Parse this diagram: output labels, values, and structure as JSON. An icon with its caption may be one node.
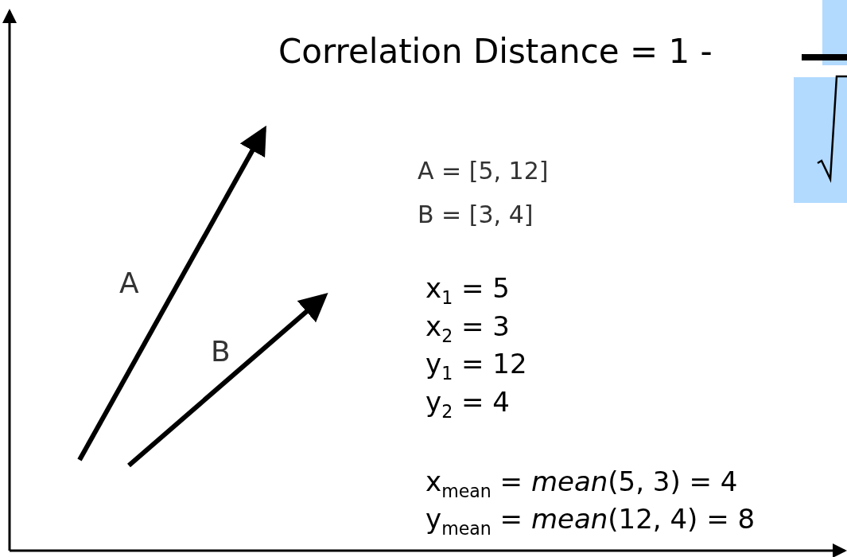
{
  "diagram": {
    "title": "Correlation Distance = 1 -",
    "labels": [
      "A = [5, 12]",
      "B = [3, 4]",
      "A",
      "x$_{1}$ = 5",
      "x$_{2}$ = 3",
      "B",
      "y$_{1}$ = 12",
      "y$_{2}$ = 4",
      "x$_{mean}$ = *mean*(5, 3) = 4",
      "y$_{mean}$ = *mean*(12, 4) = 8"
    ]
  }
}
